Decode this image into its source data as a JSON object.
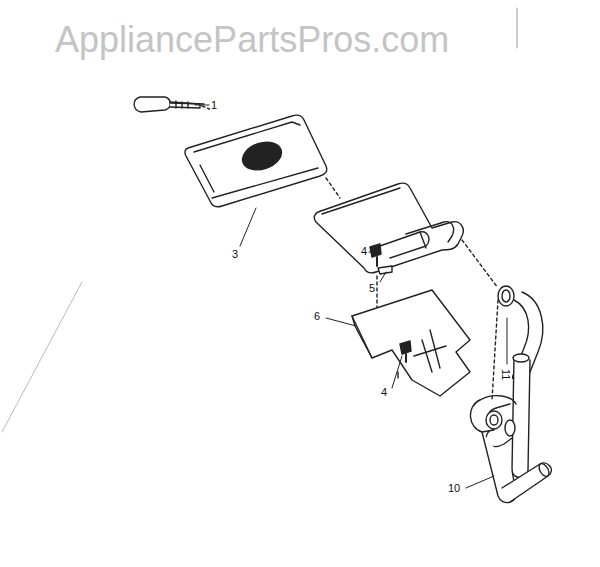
{
  "diagram": {
    "labels": [
      "AppliancePartsPros.com",
      "1",
      "3",
      "4",
      "5",
      "6",
      "4",
      "11",
      "10"
    ]
  }
}
